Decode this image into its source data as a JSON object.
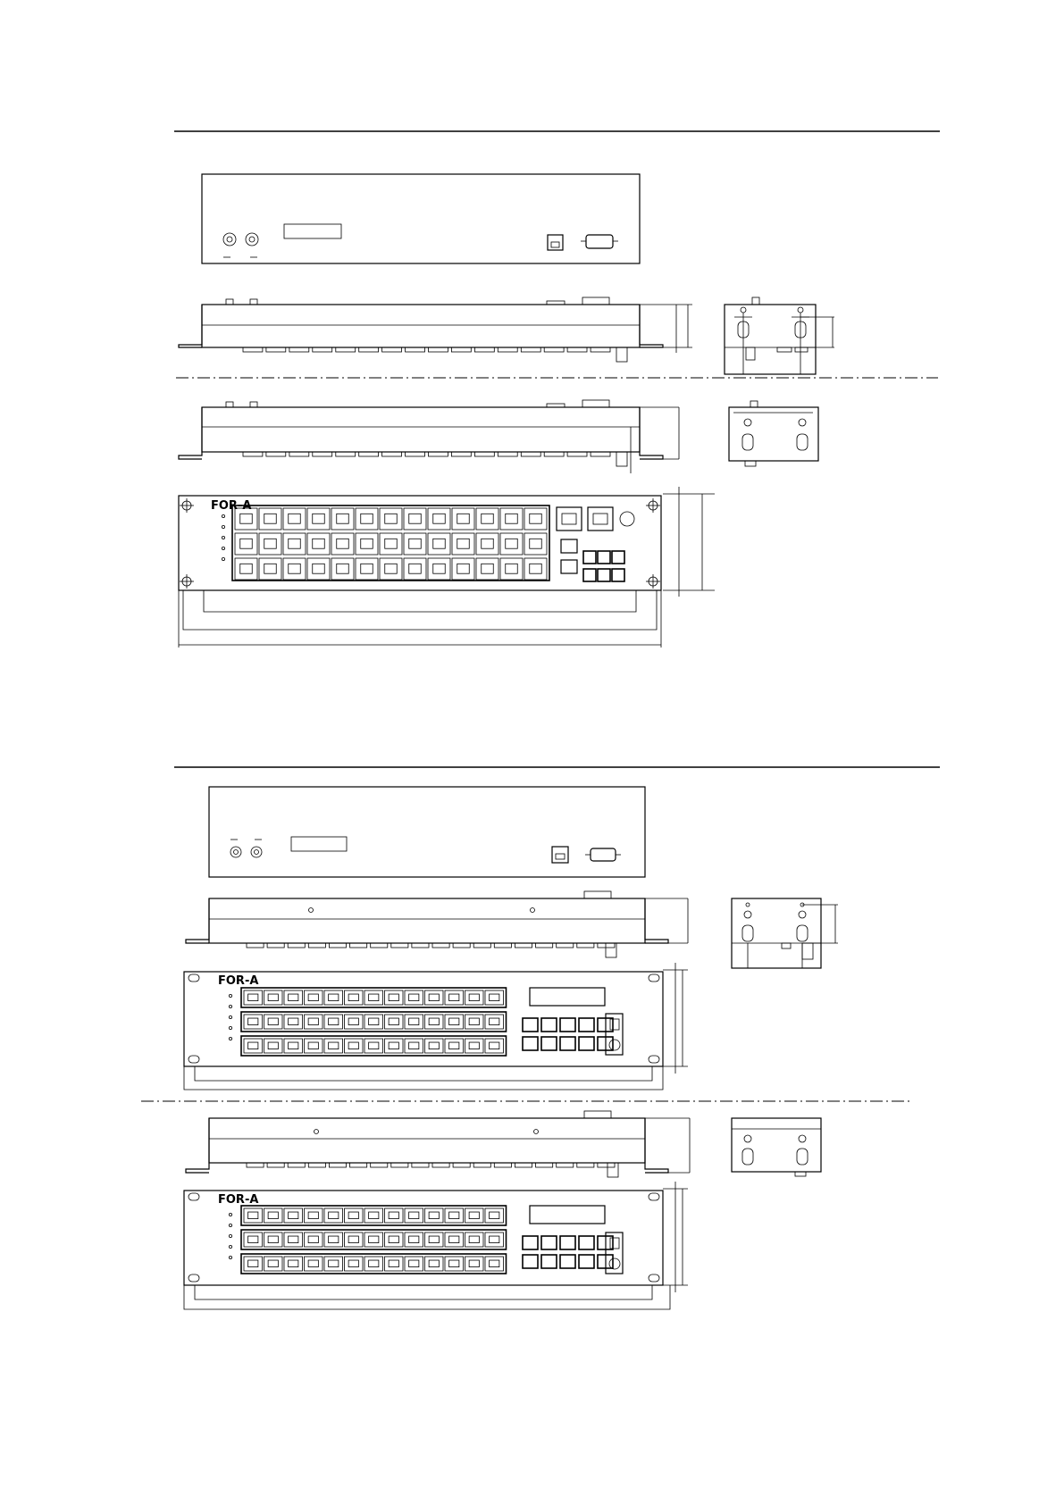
{
  "brand": {
    "logo_text": "FOR-A"
  },
  "colors": {
    "line": "#000000",
    "background": "#ffffff"
  },
  "panel_a": {
    "rows": 3,
    "buttons_per_row": 13
  },
  "panel_b": {
    "rows": 3,
    "buttons_per_row": 13
  }
}
